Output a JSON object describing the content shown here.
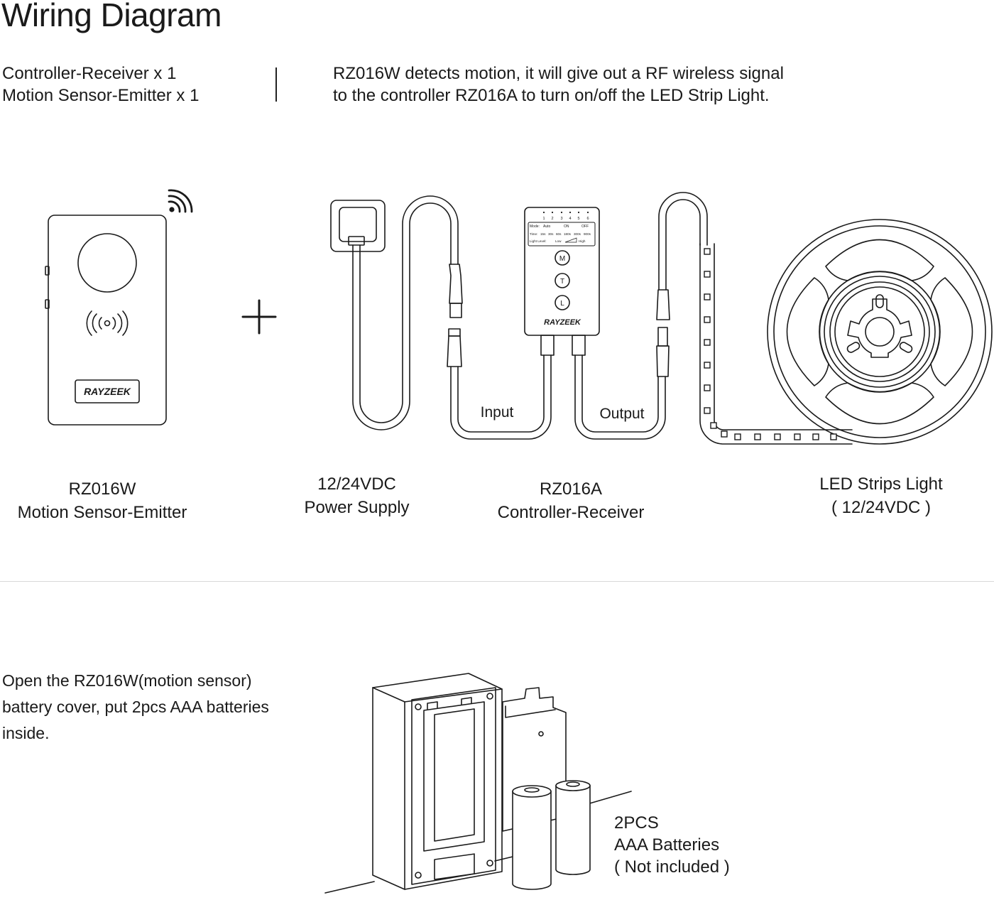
{
  "page": {
    "title": "Wiring Diagram",
    "package_contents": [
      "Controller-Receiver x 1",
      "Motion Sensor-Emitter x 1"
    ],
    "description": [
      "RZ016W detects motion, it will give out a RF wireless signal",
      "to the controller RZ016A to turn on/off the LED Strip Light."
    ]
  },
  "devices": {
    "sensor": {
      "model": "RZ016W",
      "name": "Motion Sensor-Emitter",
      "brand": "RAYZEEK"
    },
    "power": {
      "spec": "12/24VDC",
      "name": "Power Supply"
    },
    "controller": {
      "model": "RZ016A",
      "name": "Controller-Receiver",
      "brand": "RAYZEEK",
      "dip_numbers": [
        "1",
        "2",
        "3",
        "4",
        "5",
        "6"
      ],
      "mode_row": [
        "Mode:",
        "Auto",
        "ON",
        "OFF"
      ],
      "time_row": [
        "Time:",
        "15s",
        "30s",
        "60s",
        "180s",
        "300s",
        "900s"
      ],
      "light_row": [
        "Light Level:",
        "Low",
        "High"
      ],
      "buttons": [
        "M",
        "T",
        "L"
      ]
    },
    "strip": {
      "name": "LED Strips Light",
      "spec": "( 12/24VDC )"
    }
  },
  "wiring": {
    "input_label": "Input",
    "output_label": "Output",
    "plus_symbol": "+"
  },
  "battery": {
    "instruction": [
      "Open the RZ016W(motion sensor)",
      "battery cover, put 2pcs AAA batteries",
      "inside."
    ],
    "callout": [
      "2PCS",
      "AAA Batteries",
      "( Not included )"
    ]
  }
}
